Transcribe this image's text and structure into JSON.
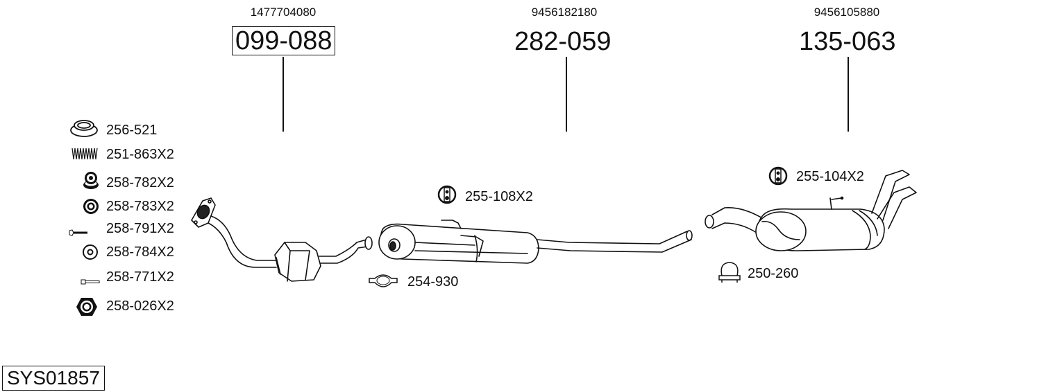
{
  "system_code": "SYS01857",
  "main_parts": [
    {
      "oem": "1477704080",
      "part_no": "099-088",
      "boxed": true,
      "name": "catalytic-converter"
    },
    {
      "oem": "9456182180",
      "part_no": "282-059",
      "boxed": false,
      "name": "middle-silencer"
    },
    {
      "oem": "9456105880",
      "part_no": "135-063",
      "boxed": false,
      "name": "rear-silencer"
    }
  ],
  "accessories_left": [
    {
      "icon": "gasket-ring-icon",
      "label": "256-521"
    },
    {
      "icon": "spring-icon",
      "label": "251-863X2"
    },
    {
      "icon": "rubber-bush-icon",
      "label": "258-782X2"
    },
    {
      "icon": "bush-ring-icon",
      "label": "258-783X2"
    },
    {
      "icon": "bolt-icon",
      "label": "258-791X2"
    },
    {
      "icon": "washer-icon",
      "label": "258-784X2"
    },
    {
      "icon": "screw-icon",
      "label": "258-771X2"
    },
    {
      "icon": "hex-nut-icon",
      "label": "258-026X2"
    }
  ],
  "accessories_inline": [
    {
      "icon": "rubber-mount-icon",
      "label": "255-108X2"
    },
    {
      "icon": "clamp-icon",
      "label": "254-930"
    },
    {
      "icon": "rubber-mount-icon",
      "label": "255-104X2"
    },
    {
      "icon": "u-clamp-icon",
      "label": "250-260"
    }
  ]
}
